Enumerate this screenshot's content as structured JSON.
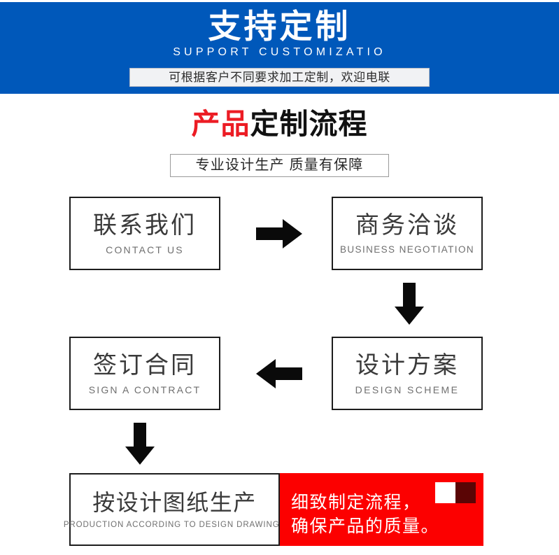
{
  "colors": {
    "banner_blue": "#0058ba",
    "accent_red": "#ec1c24",
    "panel_red": "#fc0000",
    "swatch_light": "#ffffff",
    "swatch_dark": "#5a0505",
    "box_border": "#1d1d1d",
    "text_gray": "#3a3a3a",
    "text_sub_gray": "#6f6f6f"
  },
  "banner": {
    "title": "支持定制",
    "subtitle_en": "SUPPORT CUSTOMIZATIO",
    "ribbon": "可根据客户不同要求加工定制，欢迎电联"
  },
  "section": {
    "title_highlight": "产品",
    "title_rest": "定制流程",
    "subtitle": "专业设计生产 质量有保障"
  },
  "flow": {
    "steps": [
      {
        "cn": "联系我们",
        "en": "CONTACT US"
      },
      {
        "cn": "商务洽谈",
        "en": "BUSINESS  NEGOTIATION"
      },
      {
        "cn": "设计方案",
        "en": "DESIGN  SCHEME"
      },
      {
        "cn": "签订合同",
        "en": "SIGN A CONTRACT"
      },
      {
        "cn": "按设计图纸生产",
        "en": "PRODUCTION ACCORDING TO DESIGN DRAWINGS"
      }
    ],
    "arrows": [
      {
        "name": "arrow-right-icon",
        "direction": "right"
      },
      {
        "name": "arrow-down-icon",
        "direction": "down"
      },
      {
        "name": "arrow-left-icon",
        "direction": "left"
      },
      {
        "name": "arrow-down-icon",
        "direction": "down"
      }
    ]
  },
  "callout": {
    "line1": "细致制定流程，",
    "line2": "确保产品的质量。"
  }
}
